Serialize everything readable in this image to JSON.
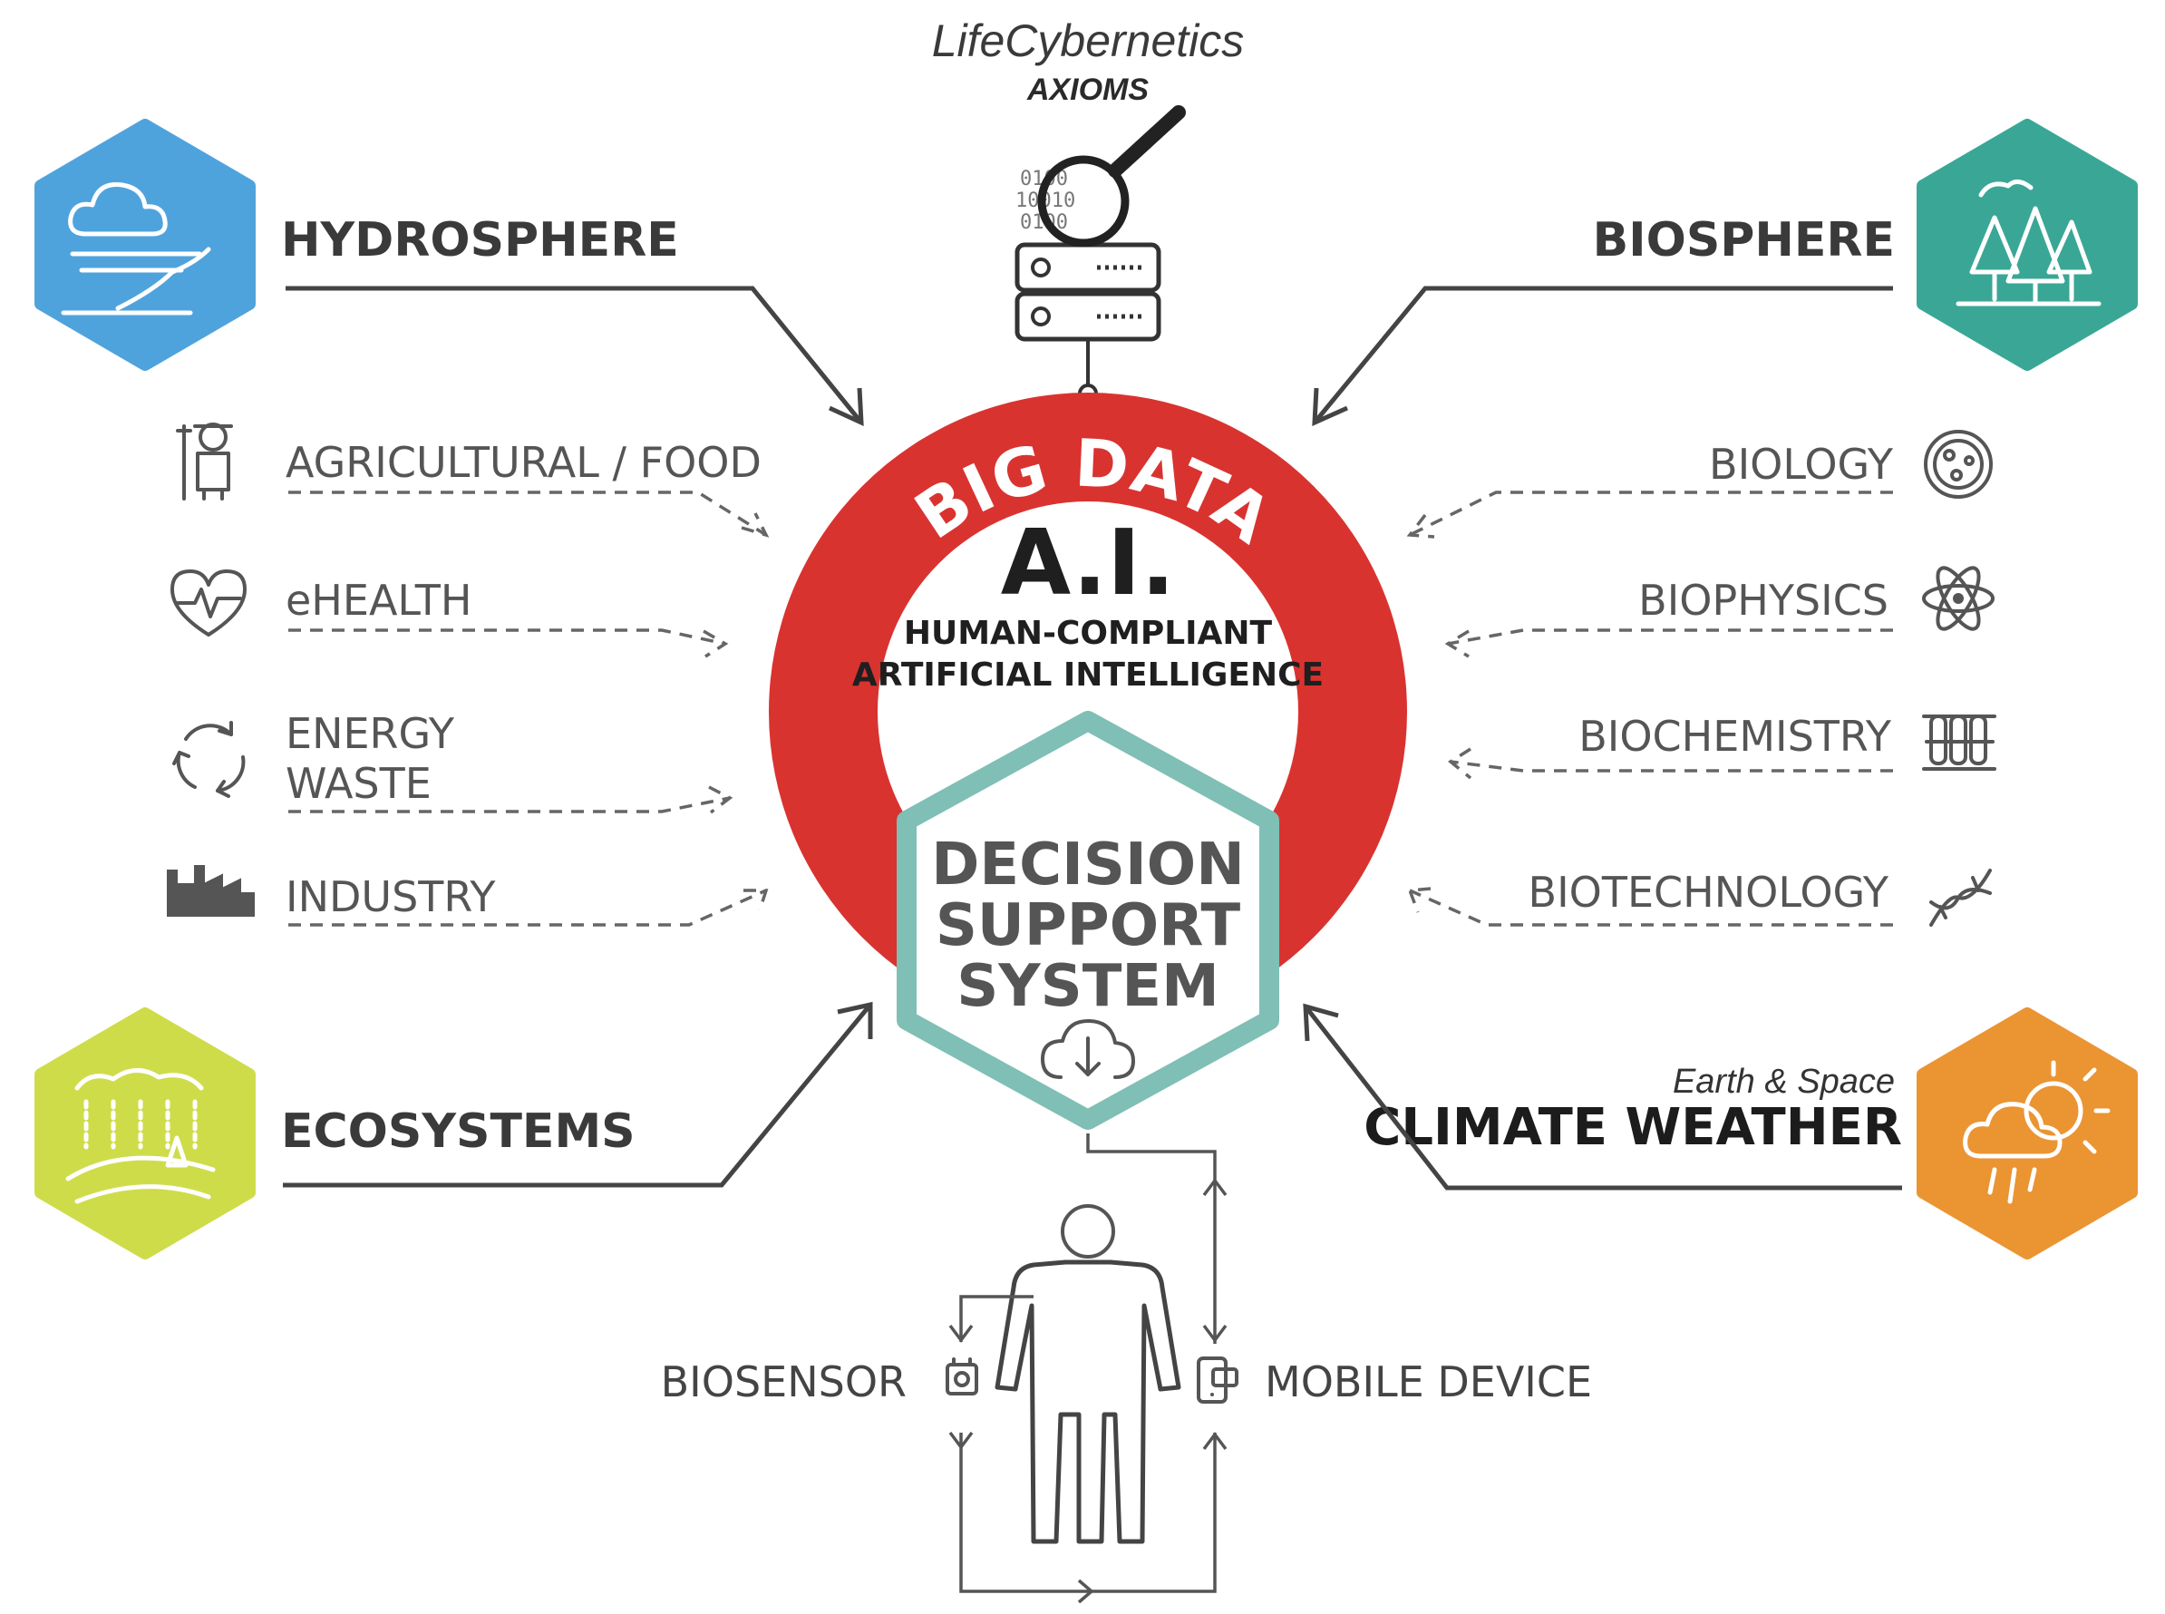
{
  "title": "LifeCybernetics",
  "subtitle": "AXIOMS",
  "center": {
    "ring_label": "BIG DATA",
    "ai": "A.I.",
    "ai_line1": "HUMAN-COMPLIANT",
    "ai_line2": "ARTIFICIAL INTELLIGENCE",
    "dss_line1": "DECISION",
    "dss_line2": "SUPPORT",
    "dss_line3": "SYSTEM"
  },
  "server": {
    "binary_line1": "0100",
    "binary_line2": "10010",
    "binary_line3": "0100"
  },
  "major": {
    "hydrosphere": "HYDROSPHERE",
    "biosphere": "BIOSPHERE",
    "ecosystems": "ECOSYSTEMS",
    "climate_prefix": "Earth & Space",
    "climate": "CLIMATE WEATHER"
  },
  "left_minor": {
    "agri": "AGRICULTURAL / FOOD",
    "ehealth": "eHEALTH",
    "energy_line1": "ENERGY",
    "energy_line2": "WASTE",
    "industry": "INDUSTRY"
  },
  "right_minor": {
    "biology": "BIOLOGY",
    "biophysics": "BIOPHYSICS",
    "biochemistry": "BIOCHEMISTRY",
    "biotech": "BIOTECHNOLOGY"
  },
  "person": {
    "biosensor": "BIOSENSOR",
    "mobile": "MOBILE DEVICE"
  },
  "colors": {
    "hydrosphere": "#4fa3dd",
    "biosphere": "#3aa796",
    "ecosystems": "#cfdc4a",
    "climate": "#eb9432",
    "ring": "#d93330",
    "dss_border": "#7fbfb5"
  },
  "icons": [
    "cloud-water-icon",
    "forest-icon",
    "rain-field-icon",
    "sun-cloud-rain-icon",
    "farmer-icon",
    "heart-pulse-icon",
    "recycle-icon",
    "factory-icon",
    "petri-dish-icon",
    "atom-icon",
    "test-tubes-icon",
    "dna-icon",
    "magnifier-icon",
    "server-icon",
    "cloud-download-icon",
    "person-icon",
    "biosensor-icon",
    "mobile-device-icon"
  ]
}
